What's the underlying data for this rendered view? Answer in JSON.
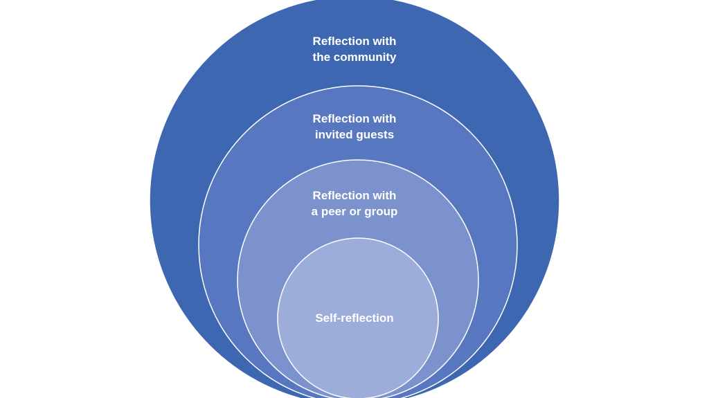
{
  "rings": [
    {
      "lines": [
        "Reflection with",
        "the community"
      ],
      "color": "#3e67b1"
    },
    {
      "lines": [
        "Reflection with",
        "invited guests"
      ],
      "color": "#5778c0"
    },
    {
      "lines": [
        "Reflection with",
        "a peer or group"
      ],
      "color": "#7b92cc"
    },
    {
      "lines": [
        "Self-reflection"
      ],
      "color": "#9dadd9"
    }
  ],
  "colors": {
    "background": "#ffffff",
    "ring_border": "#ffffff",
    "label_text": "#ffffff"
  }
}
